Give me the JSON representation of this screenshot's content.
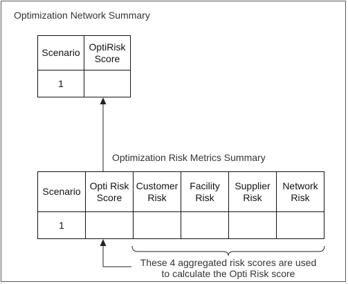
{
  "network_summary": {
    "title": "Optimization Network Summary",
    "headers": [
      "Scenario",
      "OptiRisk Score"
    ],
    "row": [
      "1",
      ""
    ]
  },
  "metrics_summary": {
    "title": "Optimization Risk Metrics Summary",
    "headers": [
      "Scenario",
      "Opti Risk Score",
      "Customer Risk",
      "Facility Risk",
      "Supplier Risk",
      "Network Risk"
    ],
    "row": [
      "1",
      "",
      "",
      "",
      "",
      ""
    ]
  },
  "annotation": {
    "line1": "These 4 aggregated risk scores are used",
    "line2": "to calculate the Opti Risk score"
  }
}
